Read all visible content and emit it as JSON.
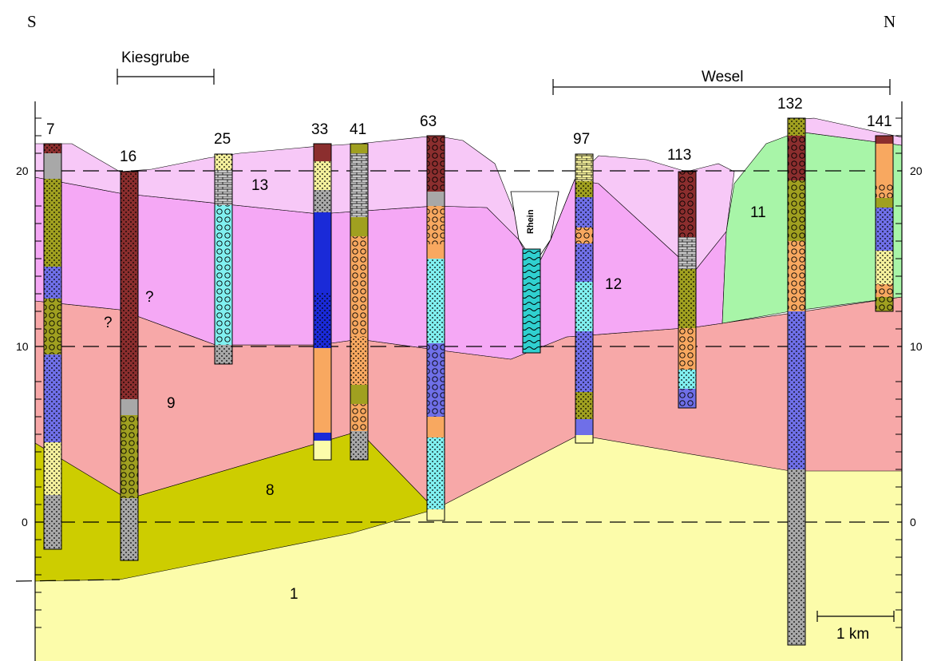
{
  "compass": {
    "south": "S",
    "north": "N"
  },
  "annotations": {
    "kiesgrube": "Kiesgrube",
    "wesel": "Wesel",
    "rhein": "Rhein",
    "scale": "1 km",
    "question_mark": "?"
  },
  "axis": {
    "ticks": [
      "20",
      "10",
      "0"
    ],
    "reference_lines": [
      20,
      10,
      0
    ]
  },
  "units": [
    "13",
    "12",
    "11",
    "9",
    "8",
    "1"
  ],
  "boreholes": [
    "7",
    "16",
    "25",
    "33",
    "41",
    "63",
    "97",
    "113",
    "132",
    "141"
  ],
  "colors": {
    "unit_13": "#f7c8f7",
    "unit_12": "#f5a8f5",
    "unit_11": "#a8f5a8",
    "unit_9": "#f7a8a8",
    "unit_8": "#cdcd00",
    "unit_1": "#fcfcaa",
    "river": "#30d0d0",
    "brown": "#8b2e2e",
    "grey": "#a8a8a8",
    "olive": "#a0a020",
    "orange": "#f8a860",
    "blue": "#6f6fe8",
    "darkblue": "#1a2ad8",
    "cyan": "#80f0f0",
    "cream": "#f4f09c"
  }
}
